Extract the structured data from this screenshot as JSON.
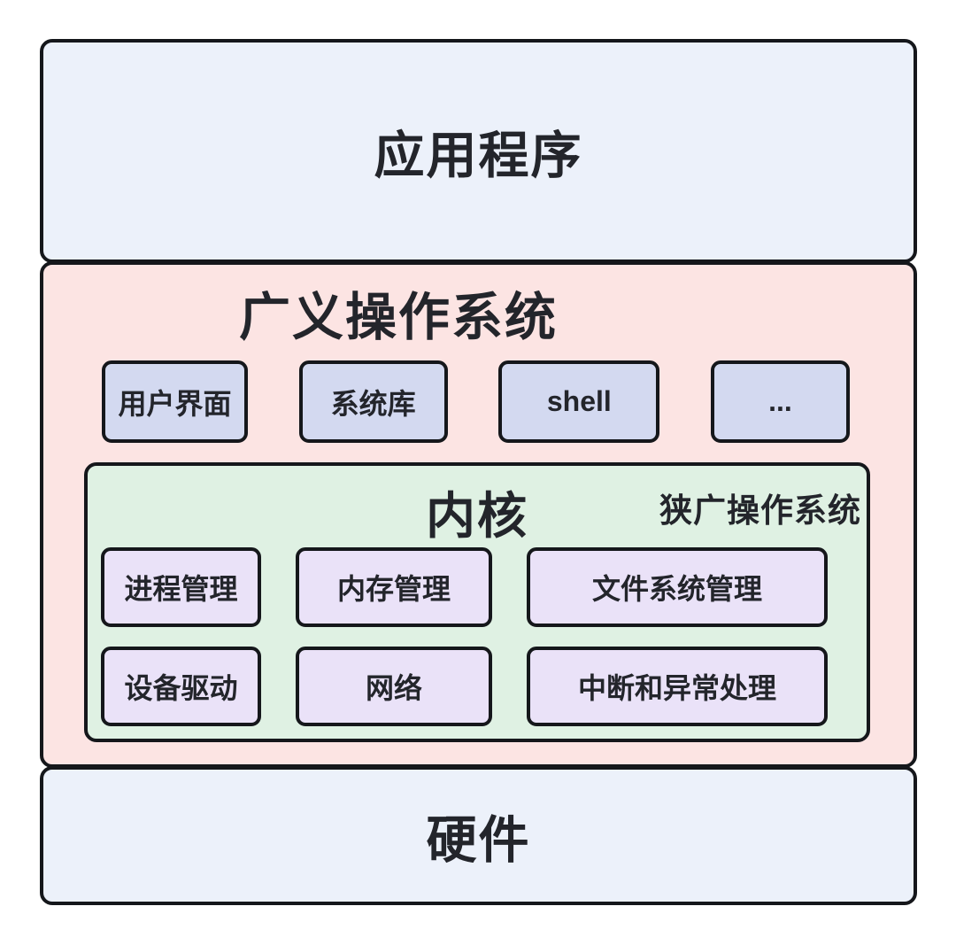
{
  "diagram": {
    "application_layer": {
      "label": "应用程序"
    },
    "broad_os_layer": {
      "title": "广义操作系统",
      "components": [
        {
          "label": "用户界面"
        },
        {
          "label": "系统库"
        },
        {
          "label": "shell"
        },
        {
          "label": "..."
        }
      ],
      "kernel": {
        "title": "内核",
        "corner_label": "狭广操作系统",
        "modules_row1": [
          {
            "label": "进程管理"
          },
          {
            "label": "内存管理"
          },
          {
            "label": "文件系统管理"
          }
        ],
        "modules_row2": [
          {
            "label": "设备驱动"
          },
          {
            "label": "网络"
          },
          {
            "label": "中断和异常处理"
          }
        ]
      }
    },
    "hardware_layer": {
      "label": "硬件"
    },
    "colors": {
      "layer_blue": "#ECF1FA",
      "broad_os_pink": "#FCE4E3",
      "component_periwinkle": "#D3D9F0",
      "kernel_green": "#DFF1E3",
      "module_purple": "#EAE2F8",
      "border": "#15171B",
      "text": "#23252B"
    }
  }
}
